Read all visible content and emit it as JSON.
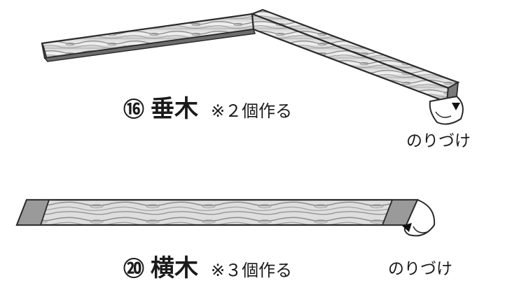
{
  "parts": [
    {
      "number": "⑯",
      "name": "垂木",
      "note": "※２個作る",
      "glue_label": "のりづけ"
    },
    {
      "number": "⑳",
      "name": "横木",
      "note": "※３個作る",
      "glue_label": "のりづけ"
    }
  ],
  "colors": {
    "outline": "#2a2a2a",
    "wood_light": "#e4e4e4",
    "wood_dark": "#8a8a8a",
    "glue_tab": "#9a9a9a"
  }
}
